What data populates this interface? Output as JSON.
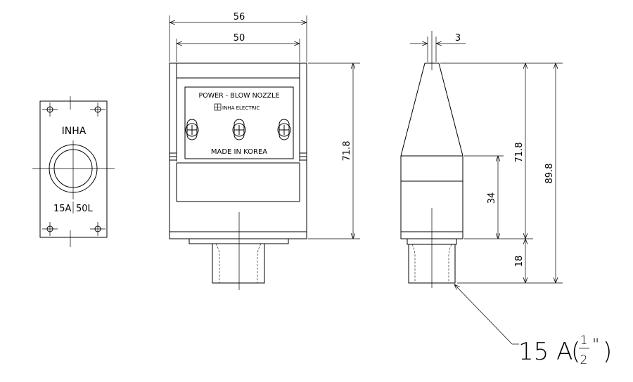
{
  "front_view": {
    "brand": "INHA",
    "spec": "15A",
    "spec2": "50L"
  },
  "plate": {
    "title": "POWER - BLOW NOZZLE",
    "maker": "INHA ELECTRIC",
    "origin": "MADE IN KOREA"
  },
  "dims": {
    "width_outer": "56",
    "width_inner": "50",
    "height_body": "71.8",
    "tip": "3",
    "side_body": "71.8",
    "side_lower": "34",
    "total": "89.8",
    "thread_len": "18"
  },
  "callout": {
    "prefix": "15 A",
    "frac_num": "1",
    "frac_den": "2",
    "unit": "\""
  }
}
